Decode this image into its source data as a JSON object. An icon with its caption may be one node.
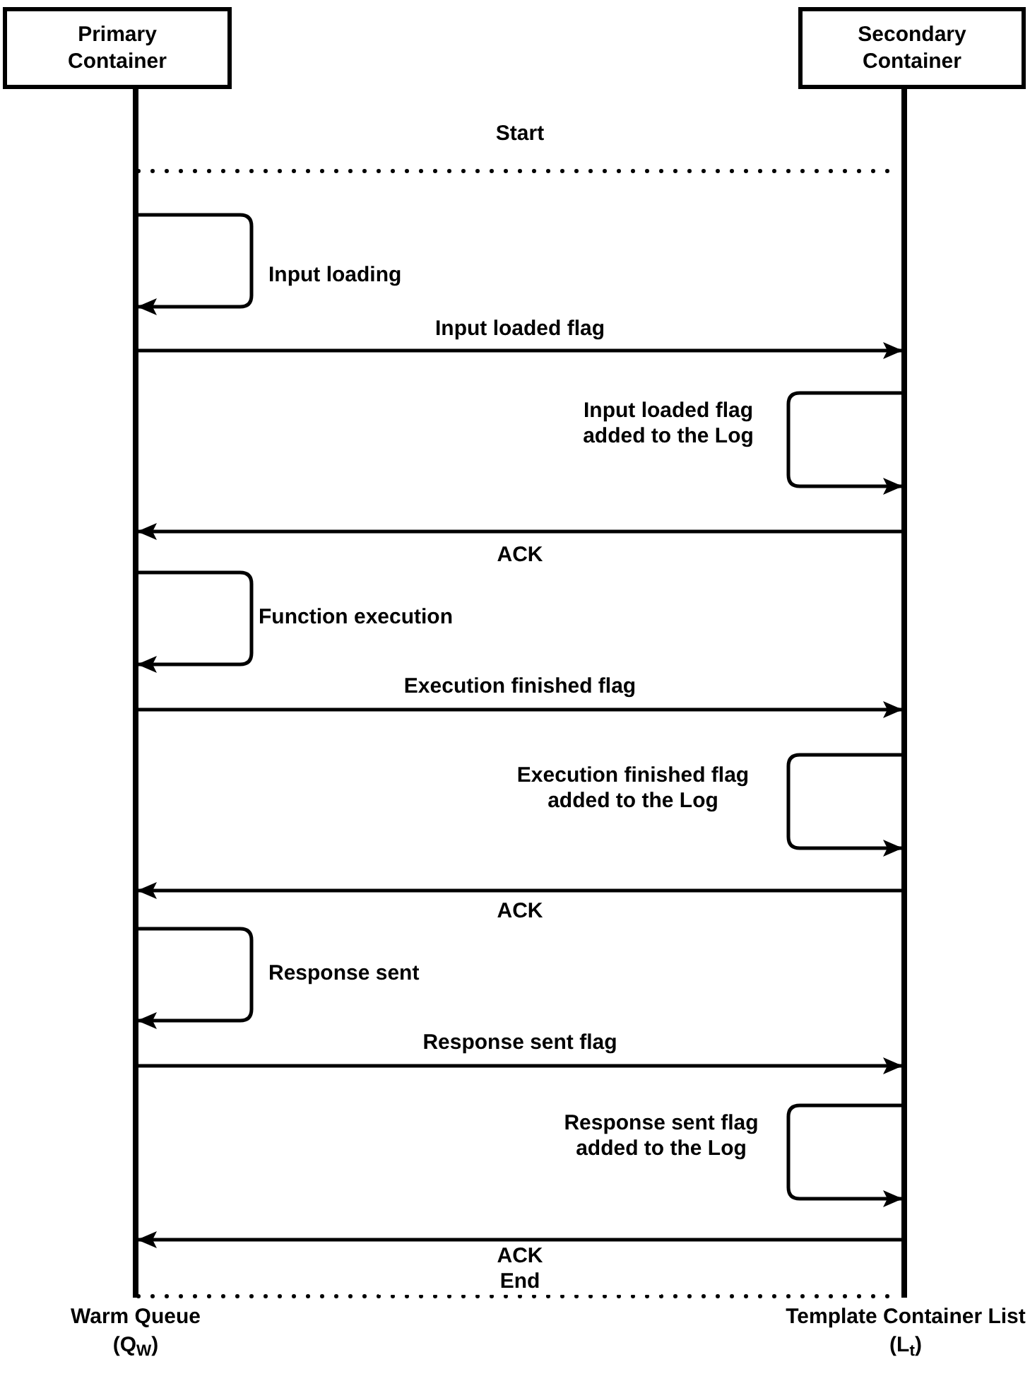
{
  "diagram": {
    "nodes": [
      {
        "text": [
          "Primary Container"
        ]
      },
      {
        "text": [
          "Secondary Container"
        ]
      },
      {
        "text": [],
        "shape": "bar"
      },
      {
        "text": [],
        "shape": "bar"
      }
    ],
    "edges": [
      {
        "from": 2,
        "to": 3,
        "arrow": "none",
        "style": "dashed",
        "label": "Start"
      },
      {
        "from": 2,
        "to": 2,
        "arrow": "to",
        "label": "Input loading"
      },
      {
        "from": 2,
        "to": 3,
        "arrow": "to",
        "label": "Input loaded flag"
      },
      {
        "from": 3,
        "to": 3,
        "arrow": "to",
        "label": "Input loaded flag added to the Log"
      },
      {
        "from": 3,
        "to": 2,
        "arrow": "to",
        "label": "ACK"
      },
      {
        "from": 2,
        "to": 2,
        "arrow": "to",
        "label": "Function execution"
      },
      {
        "from": 2,
        "to": 3,
        "arrow": "to",
        "label": "Execution finished flag"
      },
      {
        "from": 3,
        "to": 3,
        "arrow": "to",
        "label": "Execution finished flag added to the Log"
      },
      {
        "from": 3,
        "to": 2,
        "arrow": "to",
        "label": "ACK"
      },
      {
        "from": 2,
        "to": 2,
        "arrow": "to",
        "label": "Response sent"
      },
      {
        "from": 2,
        "to": 3,
        "arrow": "to",
        "label": "Response sent flag"
      },
      {
        "from": 3,
        "to": 3,
        "arrow": "to",
        "label": "Response sent flag added to the Log"
      },
      {
        "from": 3,
        "to": 2,
        "arrow": "to",
        "label": "ACK"
      },
      {
        "from": 2,
        "to": 3,
        "arrow": "none",
        "style": "dashed",
        "label": "End"
      }
    ],
    "labels": [
      "Warm Queue (Q$_{W}$)",
      "Template Container List (L$_{t}$)"
    ]
  }
}
